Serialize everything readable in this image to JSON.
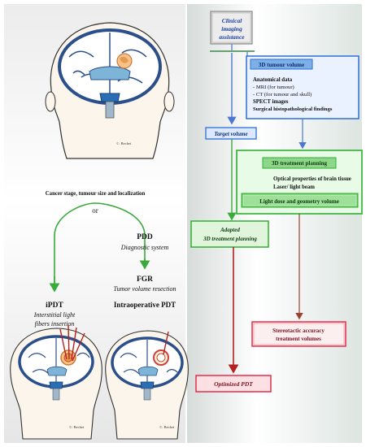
{
  "left": {
    "staging_text": "Cancer stage, tumour size and localization",
    "or_label": "or",
    "pdd_title": "PDD",
    "pdd_sub": "Diagnostic system",
    "fgr_title": "FGR",
    "fgr_sub": "Tumor volume resection",
    "ipdt_title": "iPDT",
    "ipdt_sub1": "Interstitial light",
    "ipdt_sub2": "fibers insertion",
    "intraop_title": "Intraoperative PDT",
    "signature": "©. Bechet"
  },
  "right": {
    "clinical_line1": "Clinical",
    "clinical_line2": "imaging",
    "clinical_line3": "assistance",
    "tumour_volume_title": "3D tumour volume",
    "anatomical_title": "Anatomical data",
    "anatomical_mri": "- MRI (for tumour)",
    "anatomical_ct": "- CT (for tumour and skull)",
    "spect": "SPECT images",
    "surgical": "Surgical histopathological findings",
    "target_volume": "Target volume",
    "treatment_planning": "3D treatment planning",
    "optical_props": "Optical properties of brain tissue",
    "laser_beam": "Laser/ light beam",
    "light_dose": "Light dose and geometry volume",
    "adapted_line1": "Adapted",
    "adapted_line2": "3D treatment planning",
    "stereotactic_line1": "Stereotactic accuracy",
    "stereotactic_line2": "treatment volumes",
    "optimized": "Optimized PDT"
  },
  "colors": {
    "blue_box": "#2f6fd6",
    "green_box": "#2fb02f",
    "red_box": "#e0304a",
    "dark_red_arrow": "#b32121",
    "green_arrow": "#3aaa3a",
    "blue_arrow": "#4a78d0"
  }
}
